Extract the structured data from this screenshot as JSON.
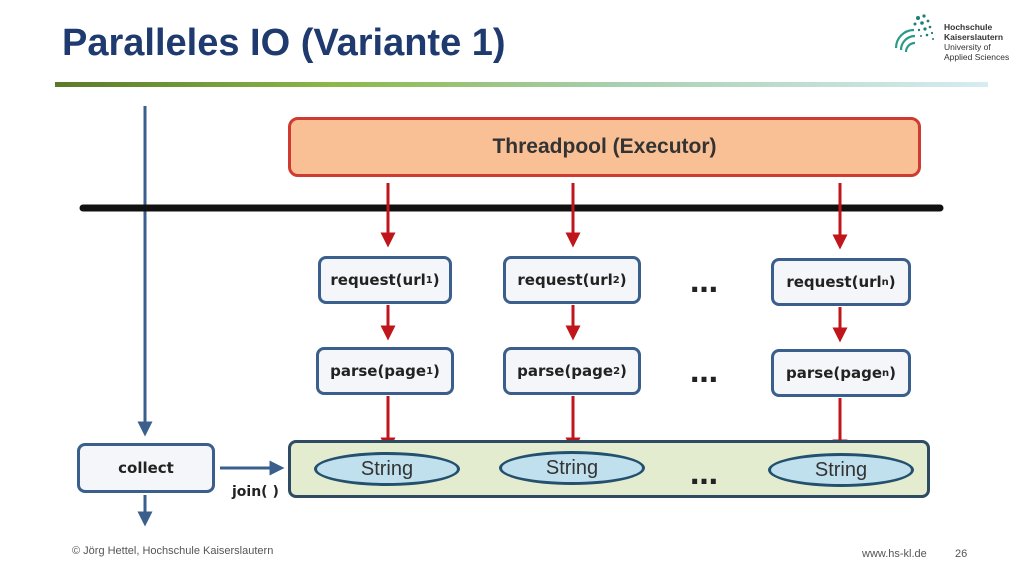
{
  "slide": {
    "title": "Paralleles IO (Variante 1)",
    "footer_left": "© Jörg Hettel, Hochschule Kaiserslautern",
    "footer_url": "www.hs-kl.de",
    "page_number": "26"
  },
  "logo": {
    "line1": "Hochschule",
    "line2": "Kaiserslautern",
    "line3": "University of",
    "line4": "Applied Sciences"
  },
  "diagram": {
    "threadpool_label": "Threadpool (Executor)",
    "requests": [
      {
        "prefix": "request(url",
        "sub": "1",
        "suffix": ")"
      },
      {
        "prefix": "request(url",
        "sub": "2",
        "suffix": ")"
      },
      {
        "prefix": "request(url",
        "sub": "n",
        "suffix": ")"
      }
    ],
    "parses": [
      {
        "prefix": "parse(page",
        "sub": "1",
        "suffix": ")"
      },
      {
        "prefix": "parse(page",
        "sub": "2",
        "suffix": ")"
      },
      {
        "prefix": "parse(page",
        "sub": "n",
        "suffix": ")"
      }
    ],
    "results": [
      "String",
      "String",
      "String"
    ],
    "ellipsis": "…",
    "collect_label": "collect",
    "join_label": "join( )"
  },
  "colors": {
    "title": "#1f3a6e",
    "threadpool_fill": "#f9bf95",
    "threadpool_border": "#cf3b30",
    "red_arrow": "#c0151b",
    "blue_arrow": "#3b5f8c",
    "results_fill": "#e4eccf"
  }
}
